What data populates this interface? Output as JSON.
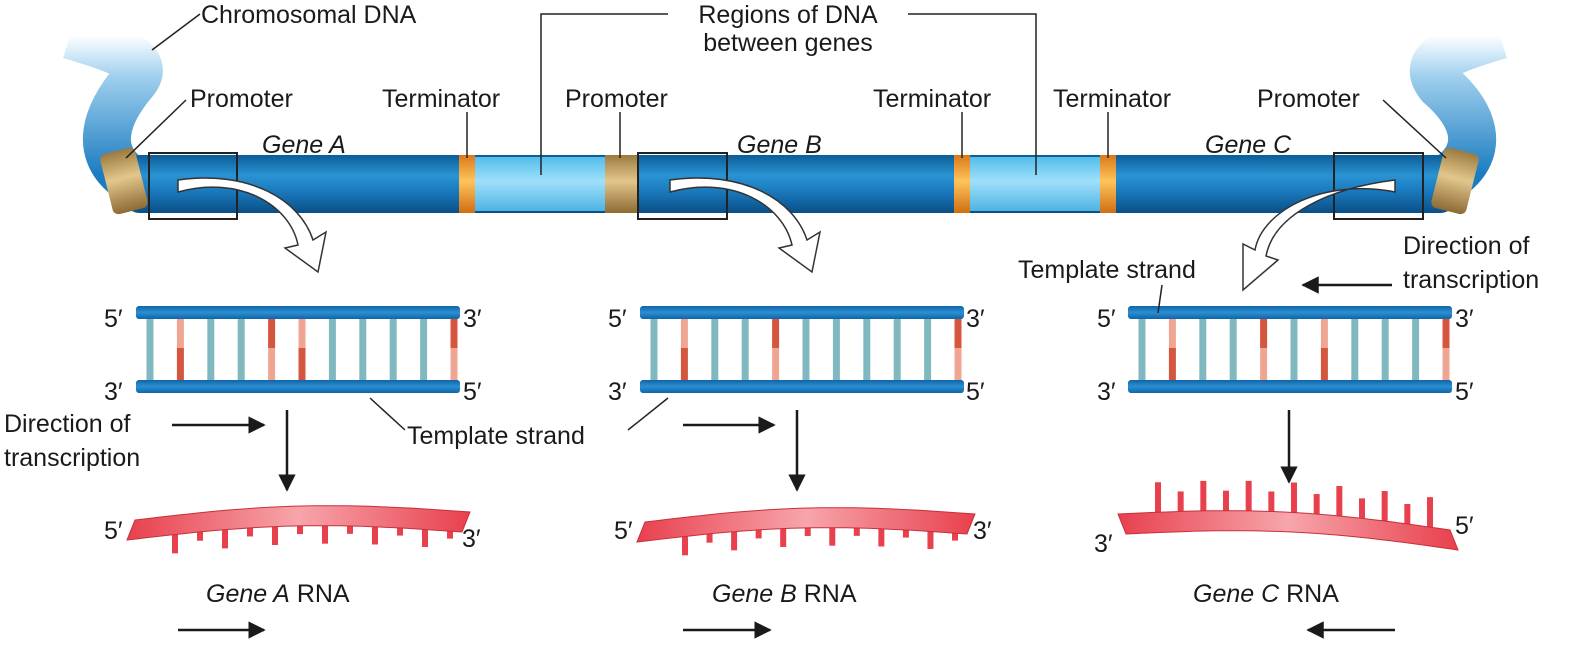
{
  "labels": {
    "chromosomal_dna": "Chromosomal DNA",
    "regions_line1": "Regions of DNA",
    "regions_line2": "between genes",
    "promoter": "Promoter",
    "terminator": "Terminator",
    "gene_a": "Gene A",
    "gene_b": "Gene B",
    "gene_c": "Gene C",
    "template_strand": "Template strand",
    "direction_line1": "Direction of",
    "direction_line2": "transcription",
    "rna": "RNA",
    "five_prime": "5′",
    "three_prime": "3′"
  },
  "colors": {
    "chromosome": "#1f7fbf",
    "chromosome_dark": "#0d5a92",
    "intergenic": "#7fd0f5",
    "promoter": "#c9a86a",
    "terminator": "#f2a12a",
    "strand": "#1a79c2",
    "base_teal": "#7fb8bf",
    "base_red": "#d4563f",
    "base_pink": "#efa592",
    "rna": "#e8404d"
  }
}
